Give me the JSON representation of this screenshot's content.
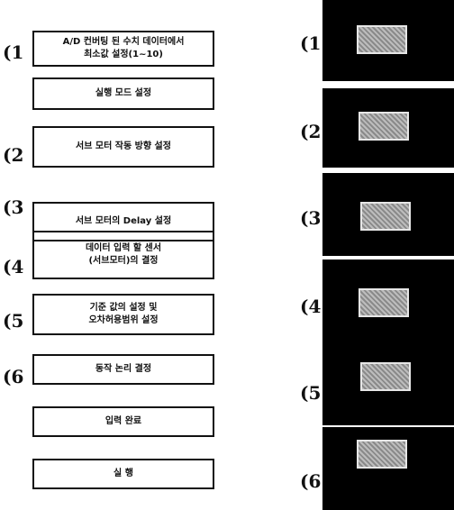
{
  "flow": {
    "boxes": [
      {
        "line1": "A/D 컨버팅 된 수치 데이터에서",
        "line2": "최소값 설정(1~10)"
      },
      {
        "line1": "실행 모드 설정",
        "line2": ""
      },
      {
        "line1": "서브 모터 작동 방향 설정",
        "line2": ""
      },
      {
        "line1": "서브 모터의 Delay 설정",
        "line2": ""
      },
      {
        "line1": "데이터 입력 할 센서",
        "line2": "(서브모터)의 결정"
      },
      {
        "line1": "기준 값의 설정 및",
        "line2": "오차허용범위 설정"
      },
      {
        "line1": "동작 논리 결정",
        "line2": ""
      },
      {
        "line1": "입력 완료",
        "line2": ""
      },
      {
        "line1": "실  행",
        "line2": ""
      }
    ],
    "step_numbers": [
      "(1",
      "(2",
      "(3",
      "(4",
      "(5",
      "(6"
    ]
  },
  "photos": {
    "labels": [
      "(1",
      "(2",
      "(3",
      "(4",
      "(5",
      "(6"
    ]
  }
}
